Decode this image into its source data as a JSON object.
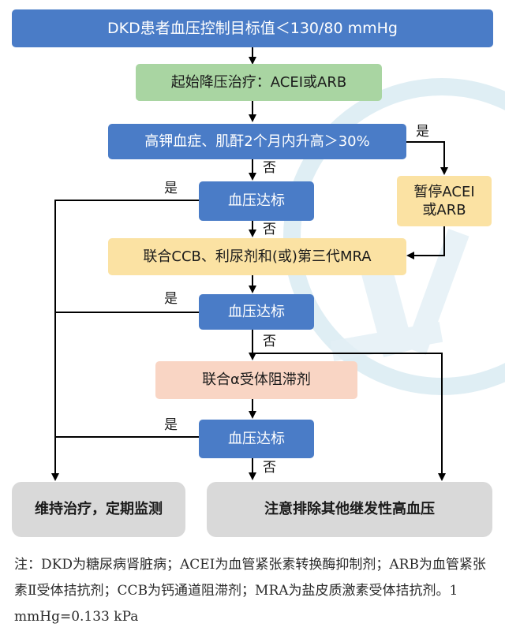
{
  "nodes": {
    "target": "DKD患者血压控制目标值＜130/80 mmHg",
    "initial": "起始降压治疗：ACEI或ARB",
    "check_k": "高钾血症、肌酐2个月内升高＞30%",
    "pause": "暂停ACEI\n或ARB",
    "bp1": "血压达标",
    "combine_ccb": "联合CCB、利尿剂和(或)第三代MRA",
    "bp2": "血压达标",
    "combine_alpha": "联合α受体阻滞剂",
    "bp3": "血压达标",
    "maintain": "维持治疗，定期监测",
    "exclude": "注意排除其他继发性高血压"
  },
  "labels": {
    "yes": "是",
    "no": "否"
  },
  "note": "注：DKD为糖尿病肾脏病；ACEI为血管紧张素转换酶抑制剂；ARB为血管紧张素Ⅱ受体拮抗剂；CCB为钙通道阻滞剂；MRA为盐皮质激素受体拮抗剂。1 mmHg=0.133 kPa",
  "colors": {
    "blue_box": "#4a7cc7",
    "green_box": "#a9d5a2",
    "yellow_box": "#fbe2a3",
    "pink_box": "#f9d5c4",
    "gray_box": "#d9d9d9",
    "watermark": "#dcecf3"
  }
}
